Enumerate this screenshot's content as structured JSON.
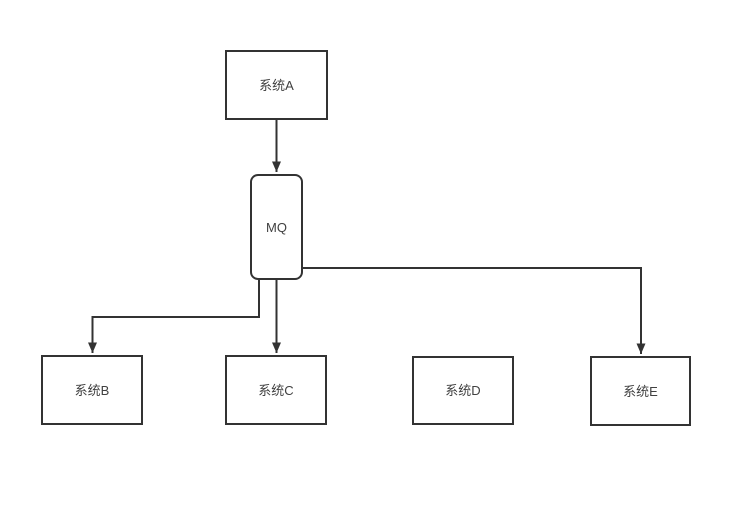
{
  "diagram": {
    "background_color": "#ffffff",
    "stroke_color": "#333333",
    "text_color": "#404040",
    "nodes": [
      {
        "id": "system-a",
        "label": "系统A",
        "shape": "rectangle"
      },
      {
        "id": "mq",
        "label": "MQ",
        "shape": "rounded-rectangle"
      },
      {
        "id": "system-b",
        "label": "系统B",
        "shape": "rectangle"
      },
      {
        "id": "system-c",
        "label": "系统C",
        "shape": "rectangle"
      },
      {
        "id": "system-d",
        "label": "系统D",
        "shape": "rectangle"
      },
      {
        "id": "system-e",
        "label": "系统E",
        "shape": "rectangle"
      }
    ],
    "edges": [
      {
        "from": "系统A",
        "to": "MQ",
        "style": "arrow"
      },
      {
        "from": "MQ",
        "to": "系统B",
        "style": "arrow"
      },
      {
        "from": "MQ",
        "to": "系统C",
        "style": "arrow"
      },
      {
        "from": "MQ",
        "to": "系统E",
        "style": "arrow"
      }
    ]
  }
}
